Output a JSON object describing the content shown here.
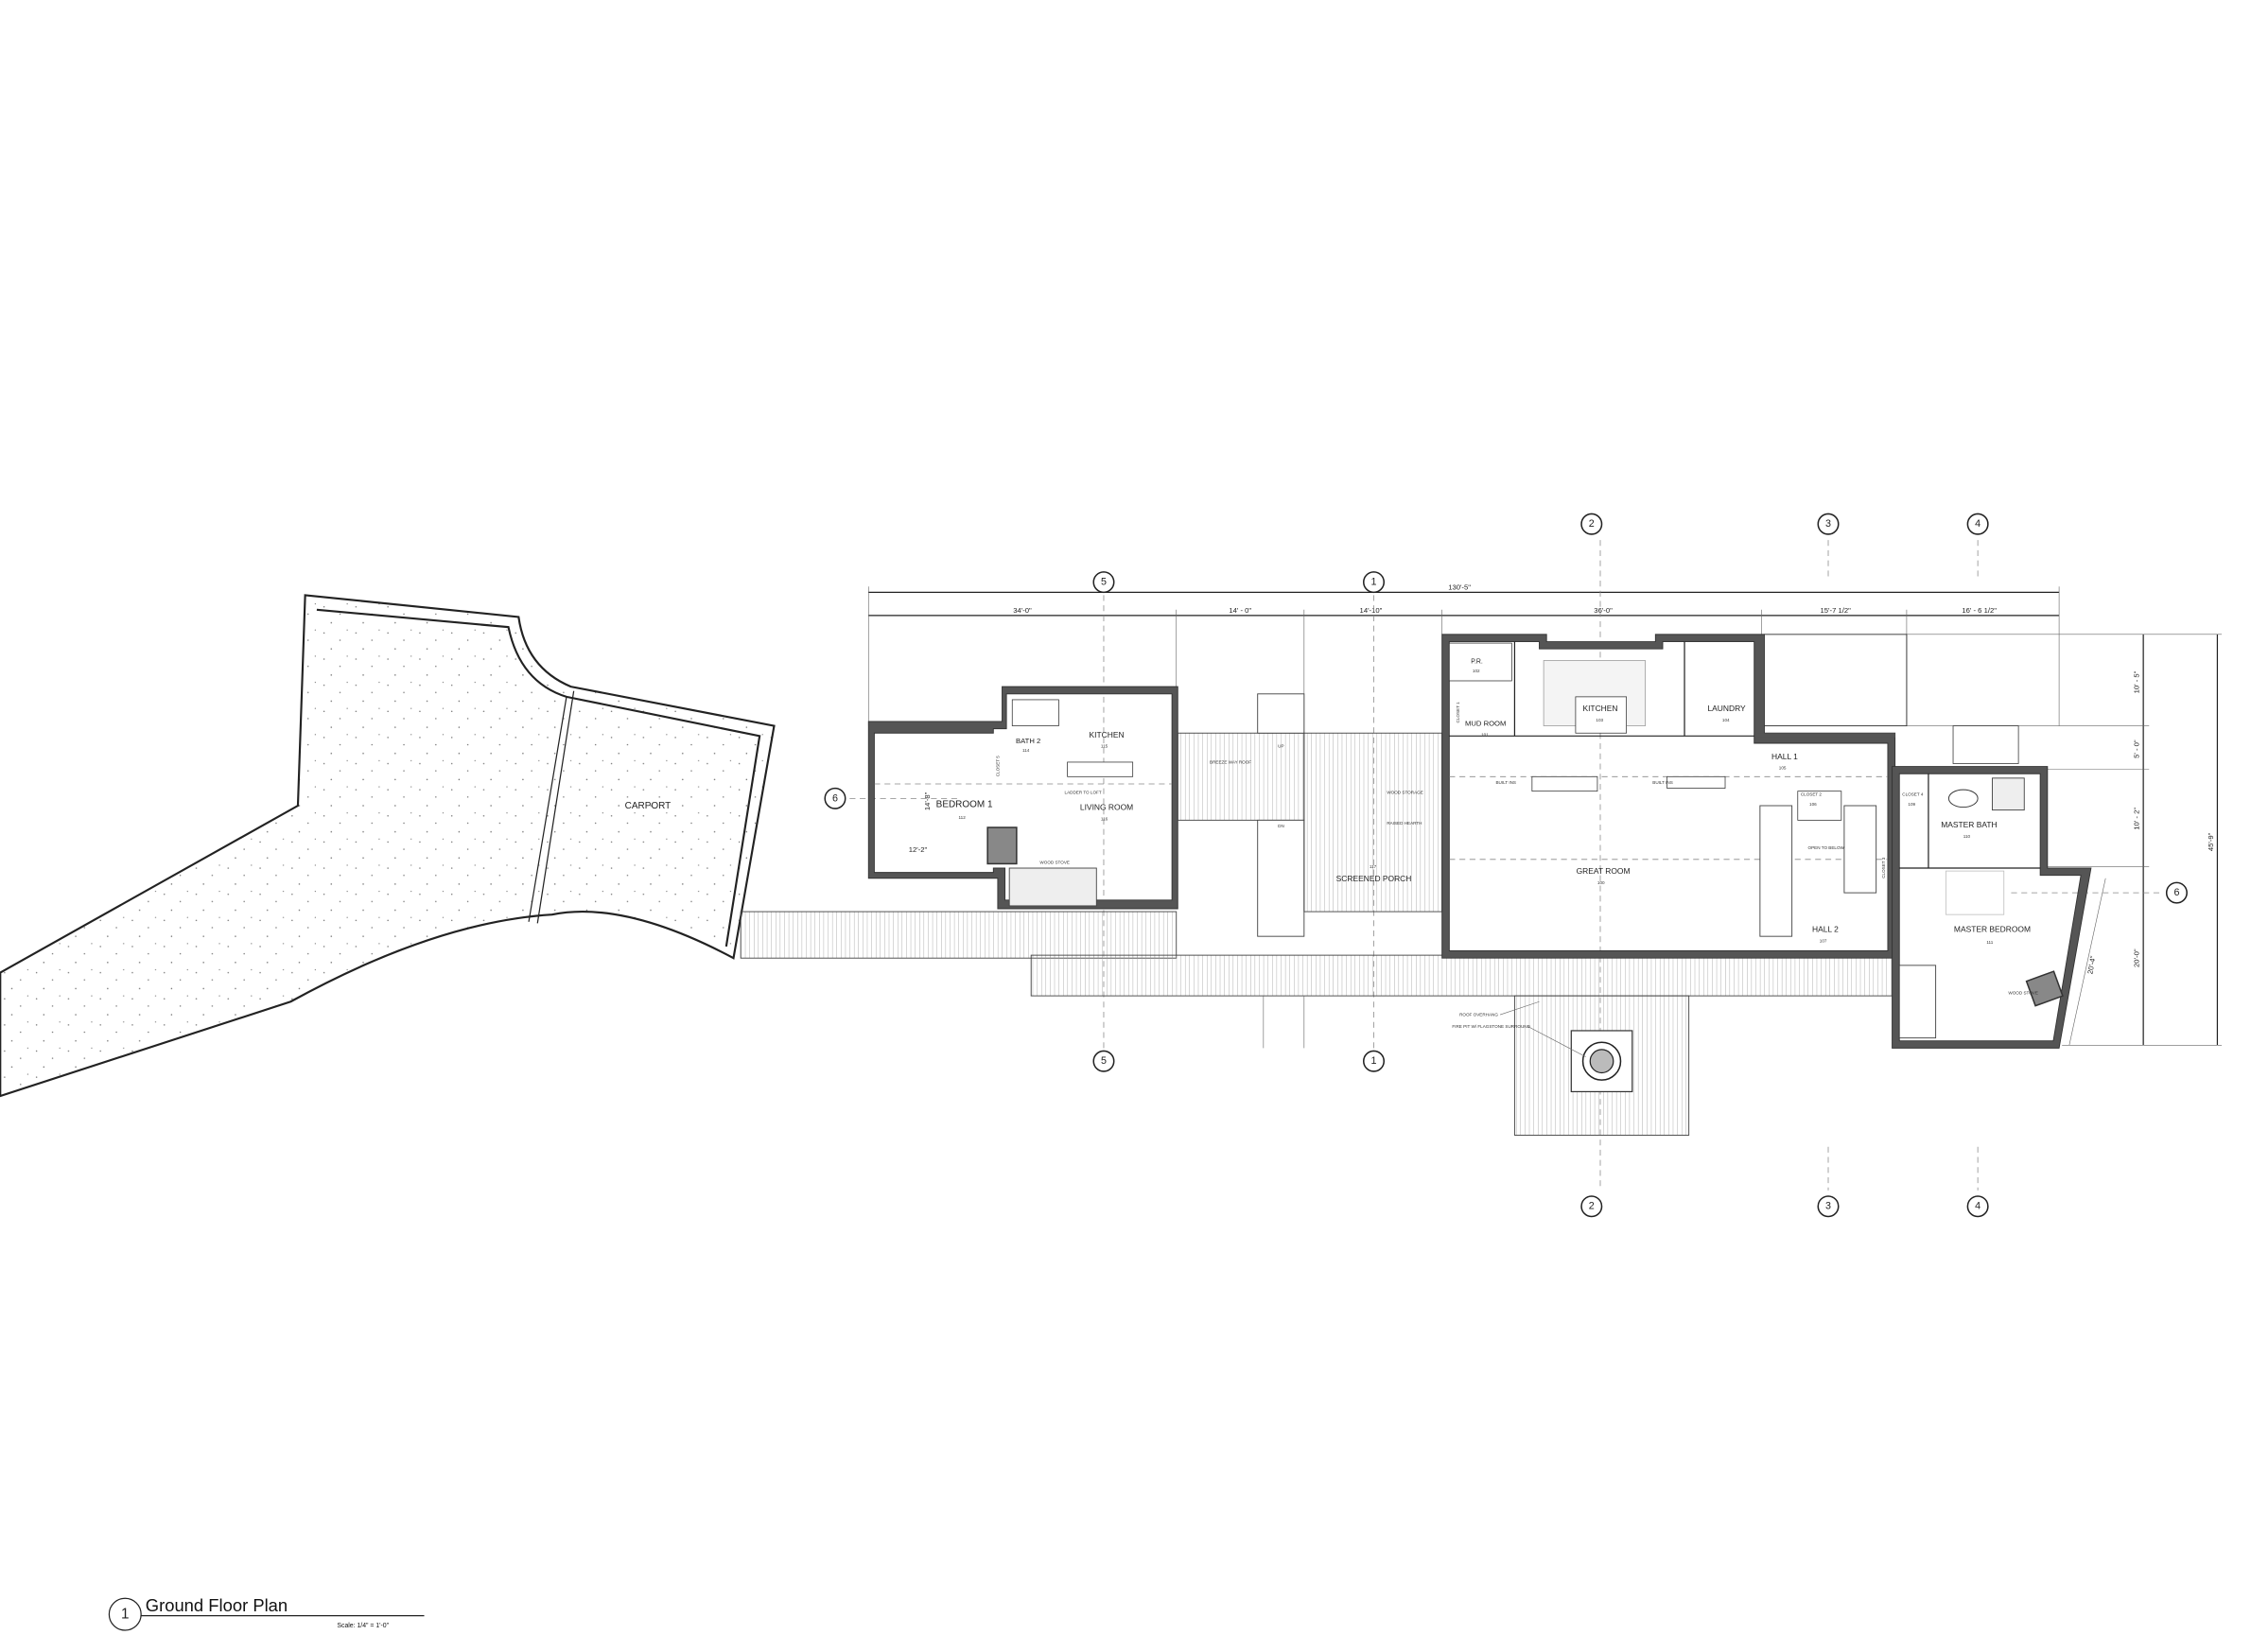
{
  "drawing": {
    "title": "Ground Floor Plan",
    "view_number": "1",
    "scale": "Scale: 1/4\" = 1'-0\""
  },
  "dimensions": {
    "overall": "130'-5\"",
    "segments": [
      "34'-0\"",
      "14' - 0\"",
      "14'-10\"",
      "36'-0\"",
      "15'-7 1/2\"",
      "16' - 6 1/2\""
    ],
    "right_segments": [
      "10' - 5\"",
      "5' - 0\"",
      "10' - 2\"",
      "20'-0\""
    ],
    "right_overall": "45'-9\"",
    "bedroom_width": "12'-2\"",
    "bedroom_depth": "14'-8\"",
    "master_wall": "20'-4\""
  },
  "grid_markers": [
    "5",
    "1",
    "2",
    "3",
    "4",
    "6"
  ],
  "rooms": {
    "carport": "CARPORT",
    "bedroom1": {
      "name": "BEDROOM 1",
      "tag": "112"
    },
    "bath2": {
      "name": "BATH 2",
      "tag": "114"
    },
    "closet5": "CLOSET 5",
    "kitchen_small": {
      "name": "KITCHEN",
      "tag": "115"
    },
    "living_room": {
      "name": "LIVING ROOM",
      "tag": "116"
    },
    "screened_porch": {
      "name": "SCREENED PORCH",
      "tag": "117"
    },
    "pr": {
      "name": "P.R.",
      "tag": "102"
    },
    "mud_room": {
      "name": "MUD ROOM",
      "tag": "101"
    },
    "closet1": "CLOSET 1",
    "kitchen": {
      "name": "KITCHEN",
      "tag": "103"
    },
    "laundry": {
      "name": "LAUNDRY",
      "tag": "104"
    },
    "great_room": {
      "name": "GREAT ROOM",
      "tag": "100"
    },
    "hall1": {
      "name": "HALL 1",
      "tag": "105"
    },
    "closet2": {
      "name": "CLOSET 2",
      "tag": "106"
    },
    "closet3": {
      "name": "CLOSET 3",
      "tag": "108"
    },
    "closet4": {
      "name": "CLOSET 4",
      "tag": "109"
    },
    "hall2": {
      "name": "HALL 2",
      "tag": "107"
    },
    "master_bath": {
      "name": "MASTER BATH",
      "tag": "110"
    },
    "master_bedroom": {
      "name": "MASTER BEDROOM",
      "tag": "111"
    }
  },
  "notes": {
    "breezeway_roof": "BREEZE WAY ROOF",
    "ladder": "LADDER TO LOFT",
    "wood_stove": "WOOD STOVE",
    "wood_storage": "WOOD STORAGE",
    "raised_hearth": "RAISED HEARTH",
    "built_ins": "BUILT INS",
    "open_to_below": "OPEN TO BELOW",
    "roof_overhang": "ROOF OVERHANG",
    "fire_pit": "FIRE PIT W/ FLAGSTONE SURROUND",
    "up": "UP",
    "dn": "DN"
  }
}
